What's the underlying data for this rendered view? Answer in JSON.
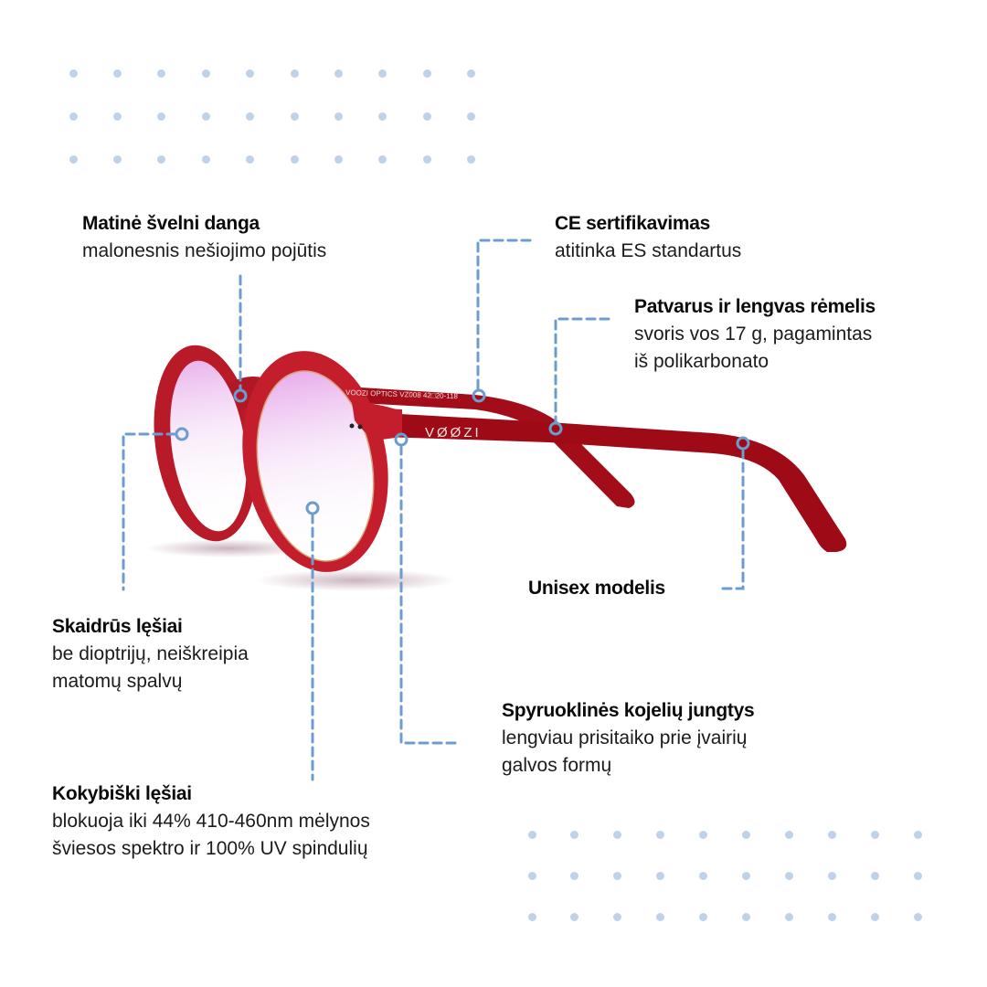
{
  "colors": {
    "accent": "#6c9dcf",
    "dots": "#bfd2e8",
    "frame_red": "#c41e2d",
    "frame_dark": "#9a0c17",
    "lens_tint": "#c77ad6",
    "text": "#111111"
  },
  "product": {
    "brand_logo": "VØØZI",
    "temple_inscription": "VOOZI OPTICS VZ008 42□20-118"
  },
  "callouts": [
    {
      "id": "matte",
      "title": "Matinė švelni danga",
      "lines": [
        "malonesnis nešiojimo pojūtis"
      ]
    },
    {
      "id": "ce",
      "title": "CE sertifikavimas",
      "lines": [
        "atitinka ES standartus"
      ]
    },
    {
      "id": "frame",
      "title": "Patvarus ir lengvas rėmelis",
      "lines": [
        "svoris vos  17 g, pagamintas",
        "iš polikarbonato"
      ]
    },
    {
      "id": "unisex",
      "title": "Unisex  modelis",
      "lines": []
    },
    {
      "id": "clear",
      "title": "Skaidrūs lęšiai",
      "lines": [
        "be dioptrijų, neiškreipia",
        "matomų spalvų"
      ]
    },
    {
      "id": "hinges",
      "title": "Spyruoklinės kojelių jungtys",
      "lines": [
        "lengviau prisitaiko prie įvairių",
        "galvos formų"
      ]
    },
    {
      "id": "quality",
      "title": "Kokybiški lęšiai",
      "lines": [
        "blokuoja iki 44% 410-460nm mėlynos",
        "šviesos spektro ir 100% UV spindulių"
      ]
    }
  ]
}
